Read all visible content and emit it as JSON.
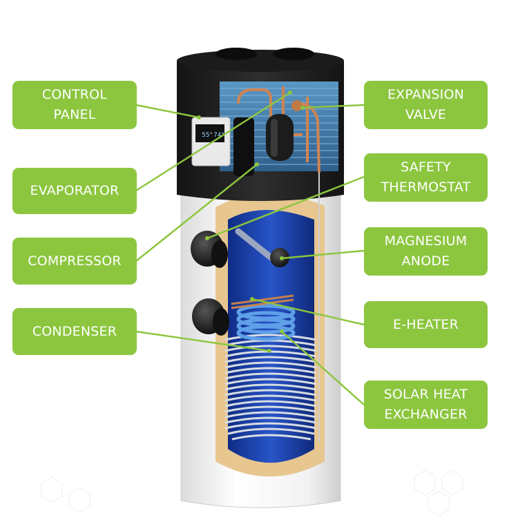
{
  "colors": {
    "label_bg": "#8cc63f",
    "label_text": "#ffffff",
    "leader": "#8cc63f",
    "tank_shell": "#f4f4f4",
    "insulation": "#e7c690",
    "inner_tank": "#1a3fa8",
    "head_unit": "#222222",
    "evaporator_fins": "#4a86b5"
  },
  "labels": {
    "control_panel": [
      "CONTROL",
      "PANEL"
    ],
    "evaporator": [
      "EVAPORATOR"
    ],
    "compressor": [
      "COMPRESSOR"
    ],
    "condenser": [
      "CONDENSER"
    ],
    "expansion_valve": [
      "EXPANSION",
      "VALVE"
    ],
    "safety_thermostat": [
      "SAFETY",
      "THERMOSTAT"
    ],
    "magnesium_anode": [
      "MAGNESIUM",
      "ANODE"
    ],
    "e_heater": [
      "E-HEATER"
    ],
    "solar_heat_exchanger": [
      "SOLAR HEAT",
      "EXCHANGER"
    ]
  },
  "display": {
    "left_value": "55°",
    "right_value": "74°"
  }
}
